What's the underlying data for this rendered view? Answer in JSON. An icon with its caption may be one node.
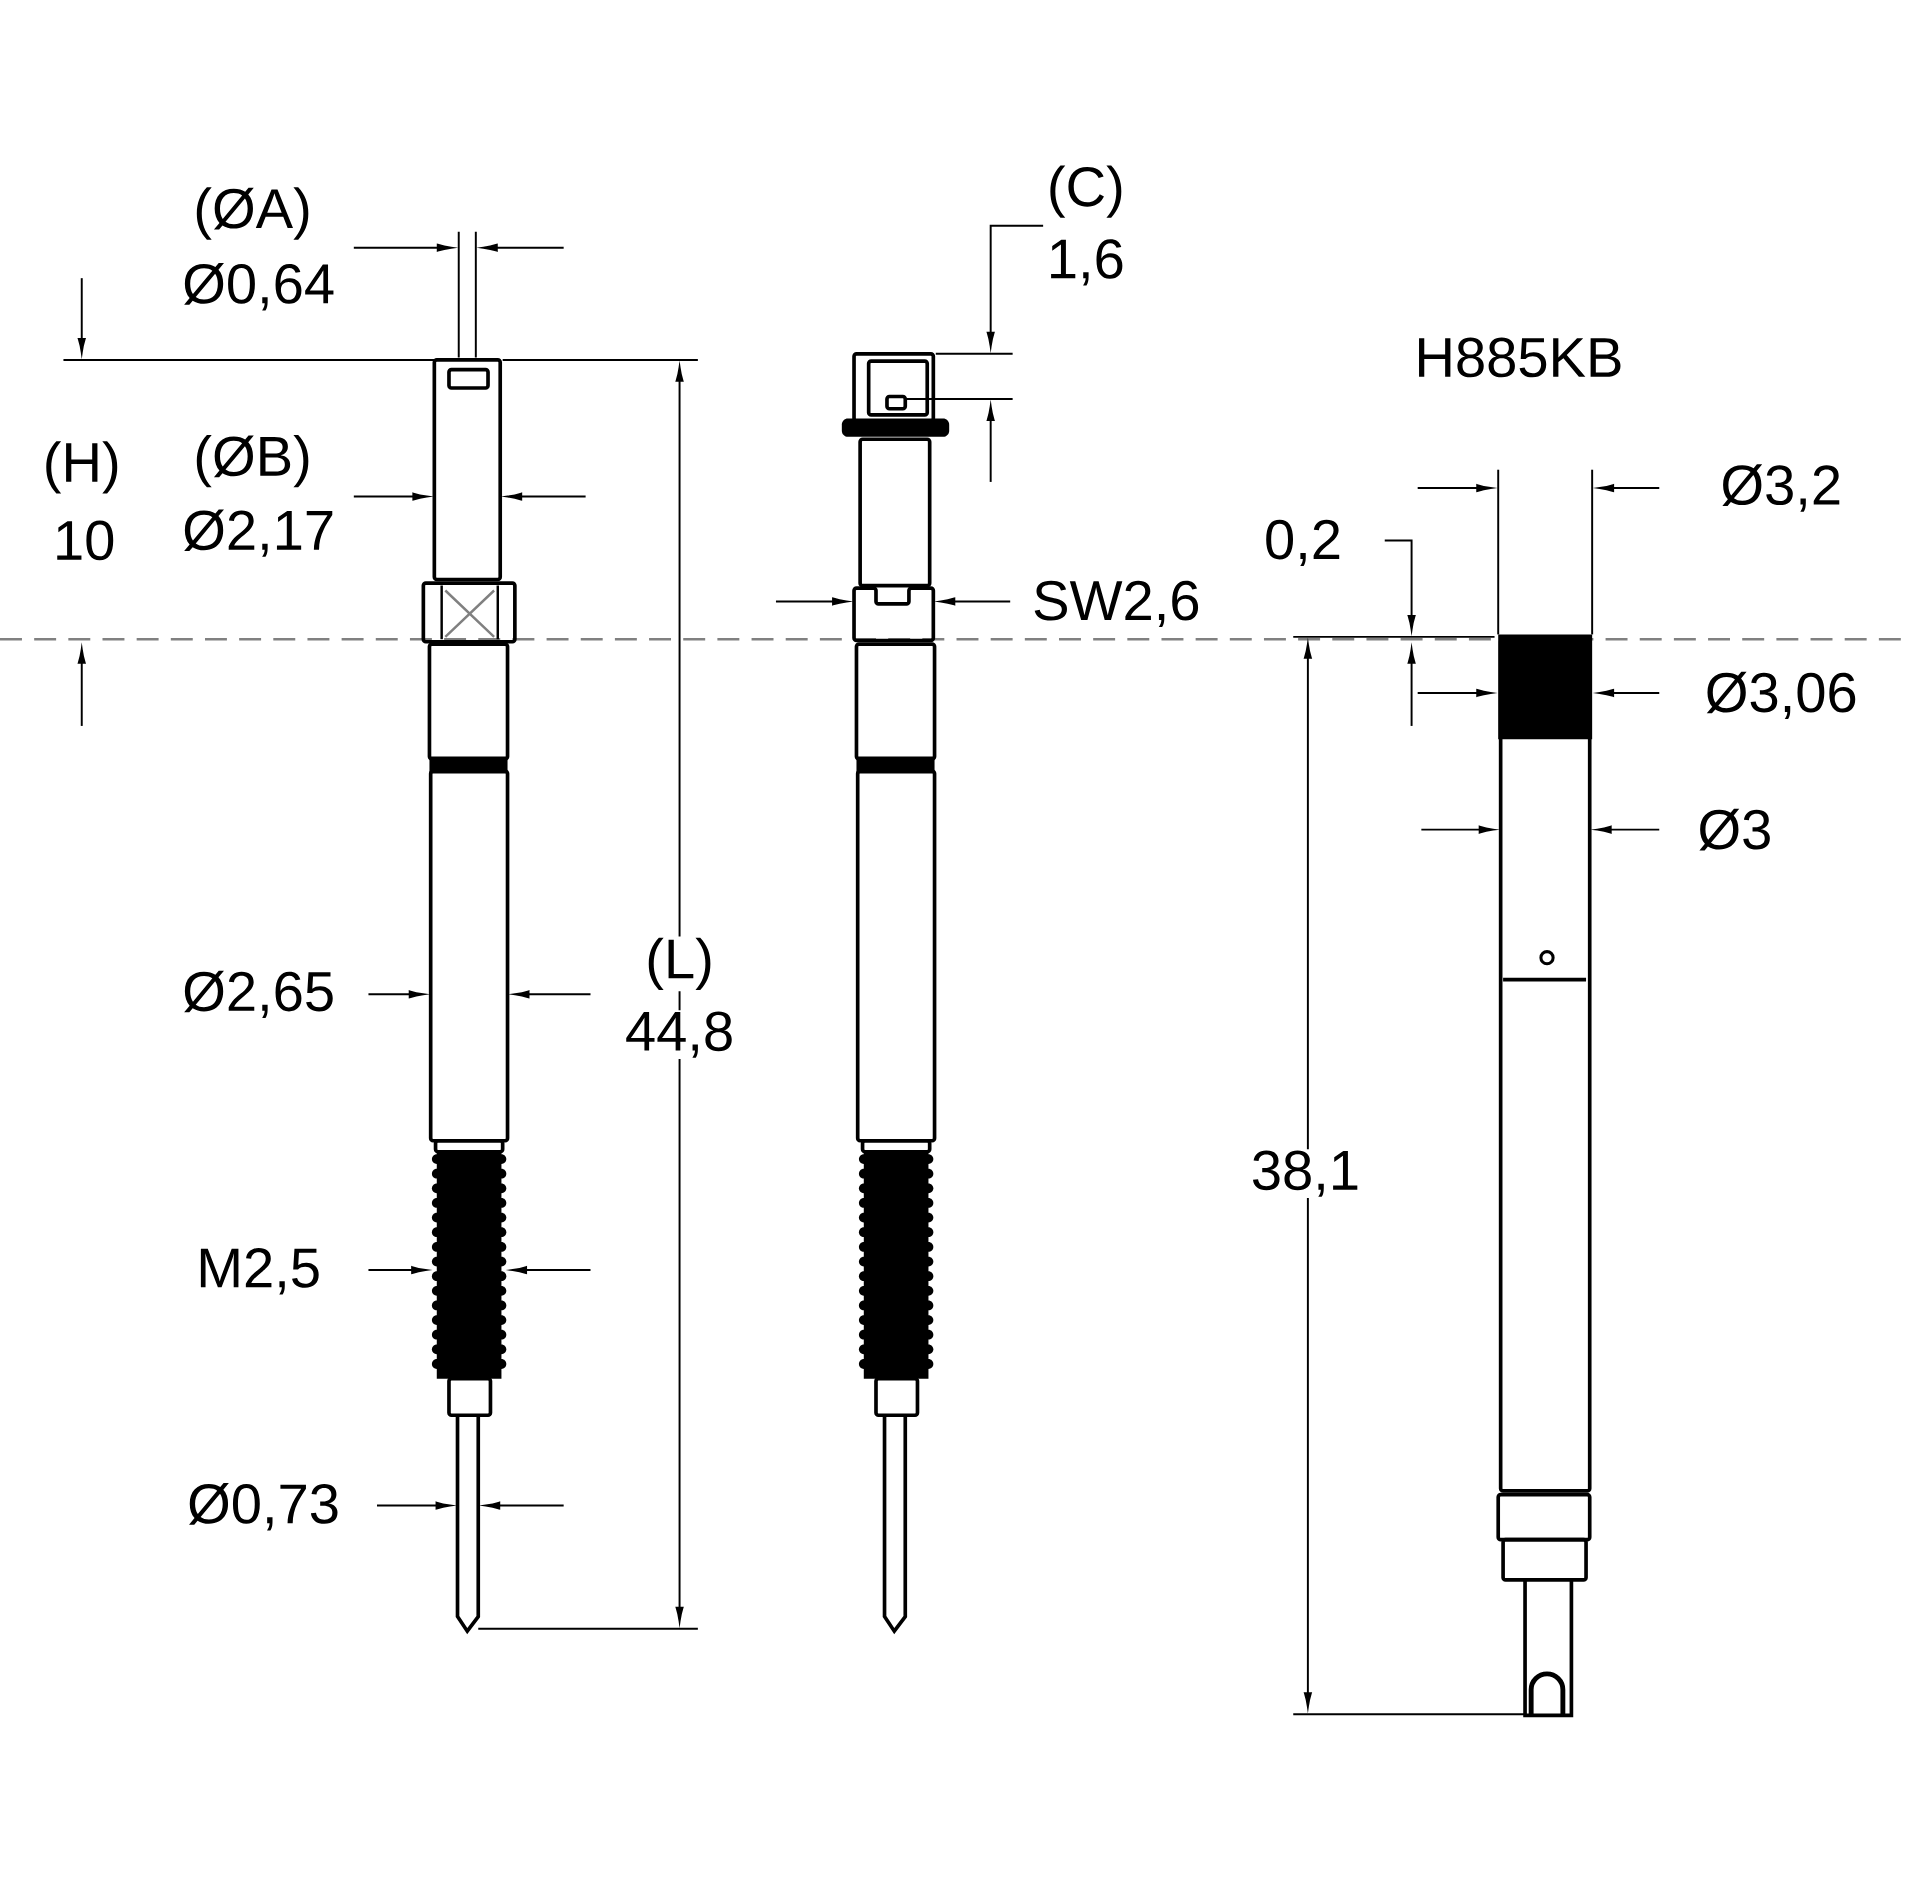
{
  "diagram": {
    "labels": [
      "(C)",
      "(ØA)",
      "1,6",
      "Ø0,64",
      "H885KB",
      "(H)",
      "(ØB)",
      "Ø3,2",
      "10",
      "Ø2,17",
      "0,2",
      "SW2,6",
      "Ø3,06",
      "Ø3",
      "(L)",
      "Ø2,65",
      "44,8",
      "38,1",
      "M2,5",
      "Ø0,73"
    ]
  }
}
